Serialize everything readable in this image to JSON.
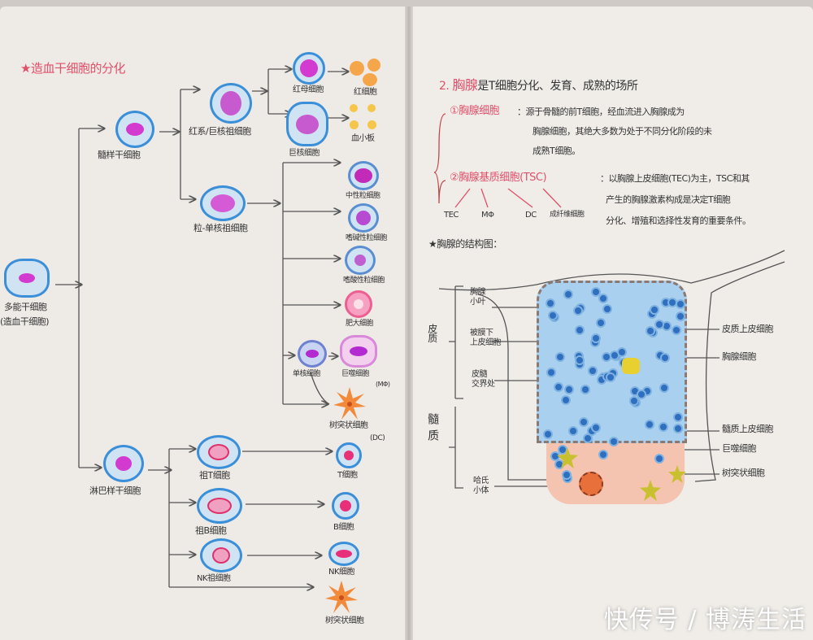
{
  "left_page": {
    "title": "★造血干细胞的分化",
    "cells": {
      "multipotent": "多能干细胞",
      "multipotent_sub": "(造血干细胞)",
      "myeloid_stem": "髓样干细胞",
      "ery_mega_progenitor": "红系/巨核祖细胞",
      "erythroblast": "红母细胞",
      "erythrocyte": "红细胞",
      "megakaryocyte": "巨核细胞",
      "platelet": "血小板",
      "gm_progenitor": "粒-单核祖细胞",
      "neutrophil": "中性粒细胞",
      "basophil": "嗜碱性粒细胞",
      "eosinophil": "嗜酸性粒细胞",
      "mast": "肥大细胞",
      "monocyte": "单核细胞",
      "macrophage": "巨噬细胞",
      "macrophage_abbr": "(MΦ)",
      "dc_myeloid": "树突状细胞",
      "dc_abbr": "(DC)",
      "lymphoid_stem": "淋巴样干细胞",
      "pro_t": "祖T细胞",
      "pro_b": "祖B细胞",
      "nk_progenitor": "NK祖细胞",
      "t": "T细胞",
      "b": "B细胞",
      "nk": "NK细胞",
      "dc_lymphoid": "树突状细胞"
    }
  },
  "right_page": {
    "heading_num": "2.",
    "heading_key": "胸腺",
    "heading_rest": "是T细胞分化、发育、成熟的场所",
    "item1_label": "①胸腺细胞",
    "item1_text": [
      "：源于骨髓的前T细胞，经血流进入胸腺成为",
      "胸腺细胞，其绝大多数为处于不同分化阶段的未",
      "成熟T细胞。"
    ],
    "item2_label": "②胸腺基质细胞(TSC)",
    "item2_text": [
      "：以胸腺上皮细胞(TEC)为主，TSC和其",
      "产生的胸腺激素构成是决定T细胞",
      "分化、增殖和选择性发育的重要条件。"
    ],
    "tsc_types": [
      "TEC",
      "MΦ",
      "DC",
      "成纤维细胞"
    ],
    "structure_title": "★胸腺的结构图：",
    "labels_left": {
      "lobule": [
        "胸腺",
        "小叶"
      ],
      "subcapsular": [
        "被膜下",
        "上皮细胞"
      ],
      "cortex": "皮质",
      "junction": [
        "皮髓",
        "交界处"
      ],
      "medulla": "髓质",
      "hassall": [
        "哈氏",
        "小体"
      ]
    },
    "labels_right": [
      "皮质上皮细胞",
      "胸腺细胞",
      "髓质上皮细胞",
      "巨噬细胞",
      "树突状细胞"
    ]
  },
  "watermark": "快传号 / 博涛生活",
  "colors": {
    "ink": "#333333",
    "accent_red": "#e0506a",
    "cell_blue": "#3a8fd8",
    "nucleus_magenta": "#d33ad0",
    "dc_orange": "#f28a3a"
  }
}
